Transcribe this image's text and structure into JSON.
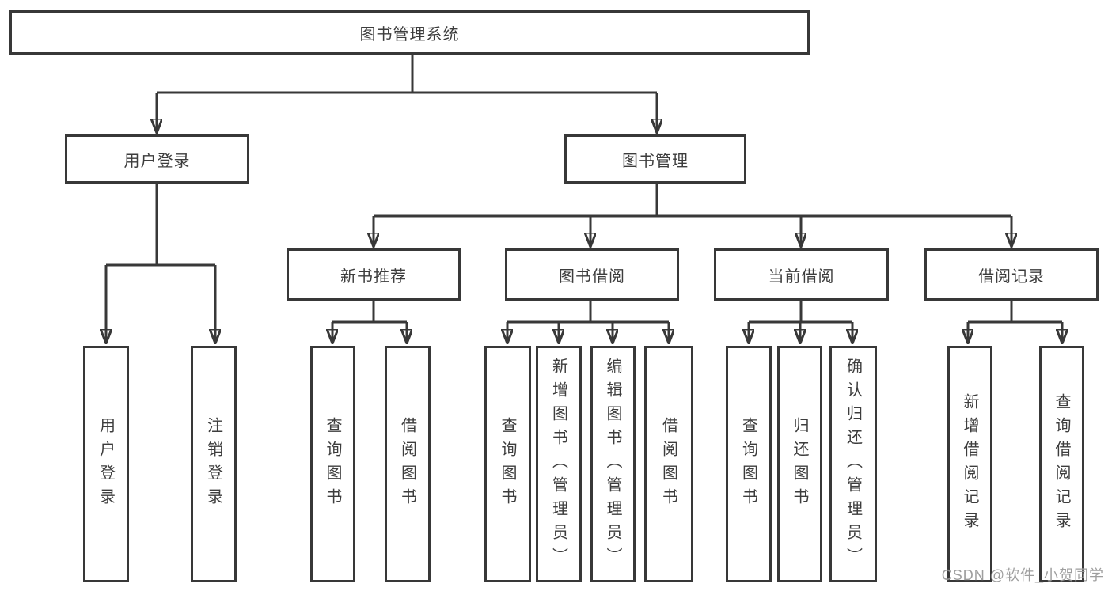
{
  "diagram": {
    "title": "图书管理系统",
    "watermark": "CSDN @软件_小贺同学",
    "colors": {
      "line": "#383838",
      "box_border": "#383838",
      "box_fill": "#ffffff",
      "text": "#3d3d3d",
      "background": "#ffffff",
      "watermark": "#919191"
    },
    "nodes": {
      "root": {
        "label": "图书管理系统"
      },
      "login": {
        "label": "用户登录"
      },
      "mgmt": {
        "label": "图书管理"
      },
      "newbook": {
        "label": "新书推荐"
      },
      "borrow": {
        "label": "图书借阅"
      },
      "current": {
        "label": "当前借阅"
      },
      "records": {
        "label": "借阅记录"
      },
      "leaf_user_login": {
        "label": "用户登录"
      },
      "leaf_logout": {
        "label": "注销登录"
      },
      "leaf_nb_query": {
        "label": "查询图书"
      },
      "leaf_nb_borrow": {
        "label": "借阅图书"
      },
      "leaf_bw_query": {
        "label": "查询图书"
      },
      "leaf_bw_add": {
        "label": "新增图书（管理员）"
      },
      "leaf_bw_edit": {
        "label": "编辑图书（管理员）"
      },
      "leaf_bw_borrow": {
        "label": "借阅图书"
      },
      "leaf_cur_query": {
        "label": "查询图书"
      },
      "leaf_cur_return": {
        "label": "归还图书"
      },
      "leaf_cur_confirm": {
        "label": "确认归还（管理员）"
      },
      "leaf_rec_add": {
        "label": "新增借阅记录"
      },
      "leaf_rec_query": {
        "label": "查询借阅记录"
      }
    },
    "structure": {
      "label": "图书管理系统",
      "children": [
        {
          "label": "用户登录",
          "children": [
            {
              "label": "用户登录"
            },
            {
              "label": "注销登录"
            }
          ]
        },
        {
          "label": "图书管理",
          "children": [
            {
              "label": "新书推荐",
              "children": [
                {
                  "label": "查询图书"
                },
                {
                  "label": "借阅图书"
                }
              ]
            },
            {
              "label": "图书借阅",
              "children": [
                {
                  "label": "查询图书"
                },
                {
                  "label": "新增图书（管理员）"
                },
                {
                  "label": "编辑图书（管理员）"
                },
                {
                  "label": "借阅图书"
                }
              ]
            },
            {
              "label": "当前借阅",
              "children": [
                {
                  "label": "查询图书"
                },
                {
                  "label": "归还图书"
                },
                {
                  "label": "确认归还（管理员）"
                }
              ]
            },
            {
              "label": "借阅记录",
              "children": [
                {
                  "label": "新增借阅记录"
                },
                {
                  "label": "查询借阅记录"
                }
              ]
            }
          ]
        }
      ]
    }
  }
}
